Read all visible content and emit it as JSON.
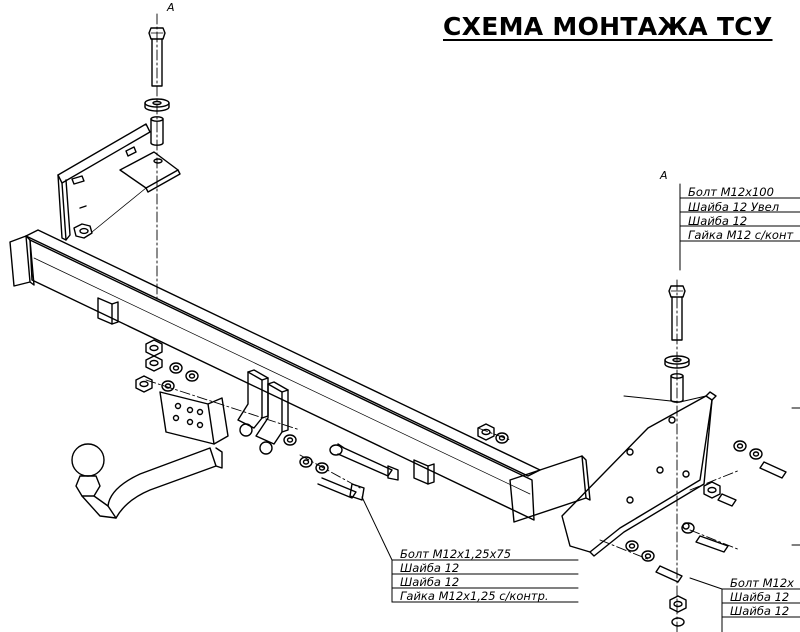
{
  "title": "СХЕМА МОНТАЖА ТСУ",
  "section_marker": "A",
  "callout_right_top": [
    "Болт М12х100",
    "Шайба 12 Увел",
    "Шайба 12",
    "Гайка М12 с/конт"
  ],
  "callout_bottom_left": [
    "Болт М12х1,25х75",
    "Шайба 12",
    "Шайба 12",
    "Гайка М12х1,25 с/контр."
  ],
  "callout_bottom_right": [
    "Болт М12х",
    "Шайба 12 ",
    "Шайба 12"
  ],
  "colors": {
    "line": "#000000",
    "background": "#ffffff"
  }
}
